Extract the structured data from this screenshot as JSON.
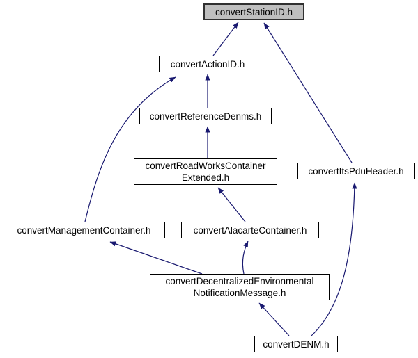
{
  "graph": {
    "kind": "include-dependency-graph",
    "background_color": "#ffffff",
    "arrow_color": "#191970",
    "highlight_node_fill": "#bfbfbf",
    "node_fill": "#ffffff",
    "node_border_color": "#000000",
    "nodes": [
      {
        "id": "station",
        "label": "convertStationID.h",
        "highlighted": true
      },
      {
        "id": "action",
        "label": "convertActionID.h"
      },
      {
        "id": "reference",
        "label": "convertReferenceDenms.h"
      },
      {
        "id": "roadworks",
        "lines": [
          "convertRoadWorksContainer",
          "Extended.h"
        ]
      },
      {
        "id": "itspdu",
        "label": "convertItsPduHeader.h"
      },
      {
        "id": "management",
        "label": "convertManagementContainer.h"
      },
      {
        "id": "alacarte",
        "label": "convertAlacarteContainer.h"
      },
      {
        "id": "decentralized",
        "lines": [
          "convertDecentralizedEnvironmental",
          "NotificationMessage.h"
        ]
      },
      {
        "id": "denm",
        "label": "convertDENM.h"
      }
    ],
    "edges": [
      {
        "from": "convertActionID.h",
        "to": "convertStationID.h"
      },
      {
        "from": "convertItsPduHeader.h",
        "to": "convertStationID.h"
      },
      {
        "from": "convertReferenceDenms.h",
        "to": "convertActionID.h"
      },
      {
        "from": "convertManagementContainer.h",
        "to": "convertActionID.h"
      },
      {
        "from": "convertRoadWorksContainerExtended.h",
        "to": "convertReferenceDenms.h"
      },
      {
        "from": "convertAlacarteContainer.h",
        "to": "convertRoadWorksContainerExtended.h"
      },
      {
        "from": "convertDecentralizedEnvironmentalNotificationMessage.h",
        "to": "convertManagementContainer.h"
      },
      {
        "from": "convertDecentralizedEnvironmentalNotificationMessage.h",
        "to": "convertAlacarteContainer.h"
      },
      {
        "from": "convertDENM.h",
        "to": "convertDecentralizedEnvironmentalNotificationMessage.h"
      },
      {
        "from": "convertDENM.h",
        "to": "convertItsPduHeader.h"
      }
    ]
  }
}
